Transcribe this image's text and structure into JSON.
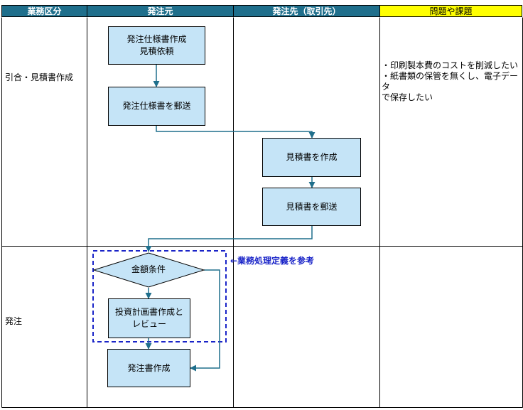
{
  "headers": {
    "area": "業務区分",
    "client": "発注元",
    "vendor": "発注先（取引先）",
    "issues": "問題や課題"
  },
  "rows": {
    "row1_label": "引合・見積書作成",
    "row2_label": "発注"
  },
  "issues_text": {
    "line1": "・印刷製本費のコストを削減したい",
    "line2": "・紙書類の保管を無くし、電子データ",
    "line3": "で保存したい"
  },
  "nodes": {
    "spec_line1": "発注仕様書作成",
    "spec_line2": "見積依頼",
    "mail_spec": "発注仕様書を郵送",
    "create_quote": "見積書を作成",
    "mail_quote": "見積書を郵送",
    "amount_condition": "金額条件",
    "invest_line1": "投資計画書作成と",
    "invest_line2": "レビュー",
    "create_order": "発注書作成"
  },
  "annotation": "←業務処理定義を参考",
  "colors": {
    "header_bg": "#1f6f8c",
    "issues_header_bg": "#ffff00",
    "box_fill": "#c5e4f7",
    "connector": "#1f6f8c",
    "dashed_frame": "#1a24c8"
  }
}
